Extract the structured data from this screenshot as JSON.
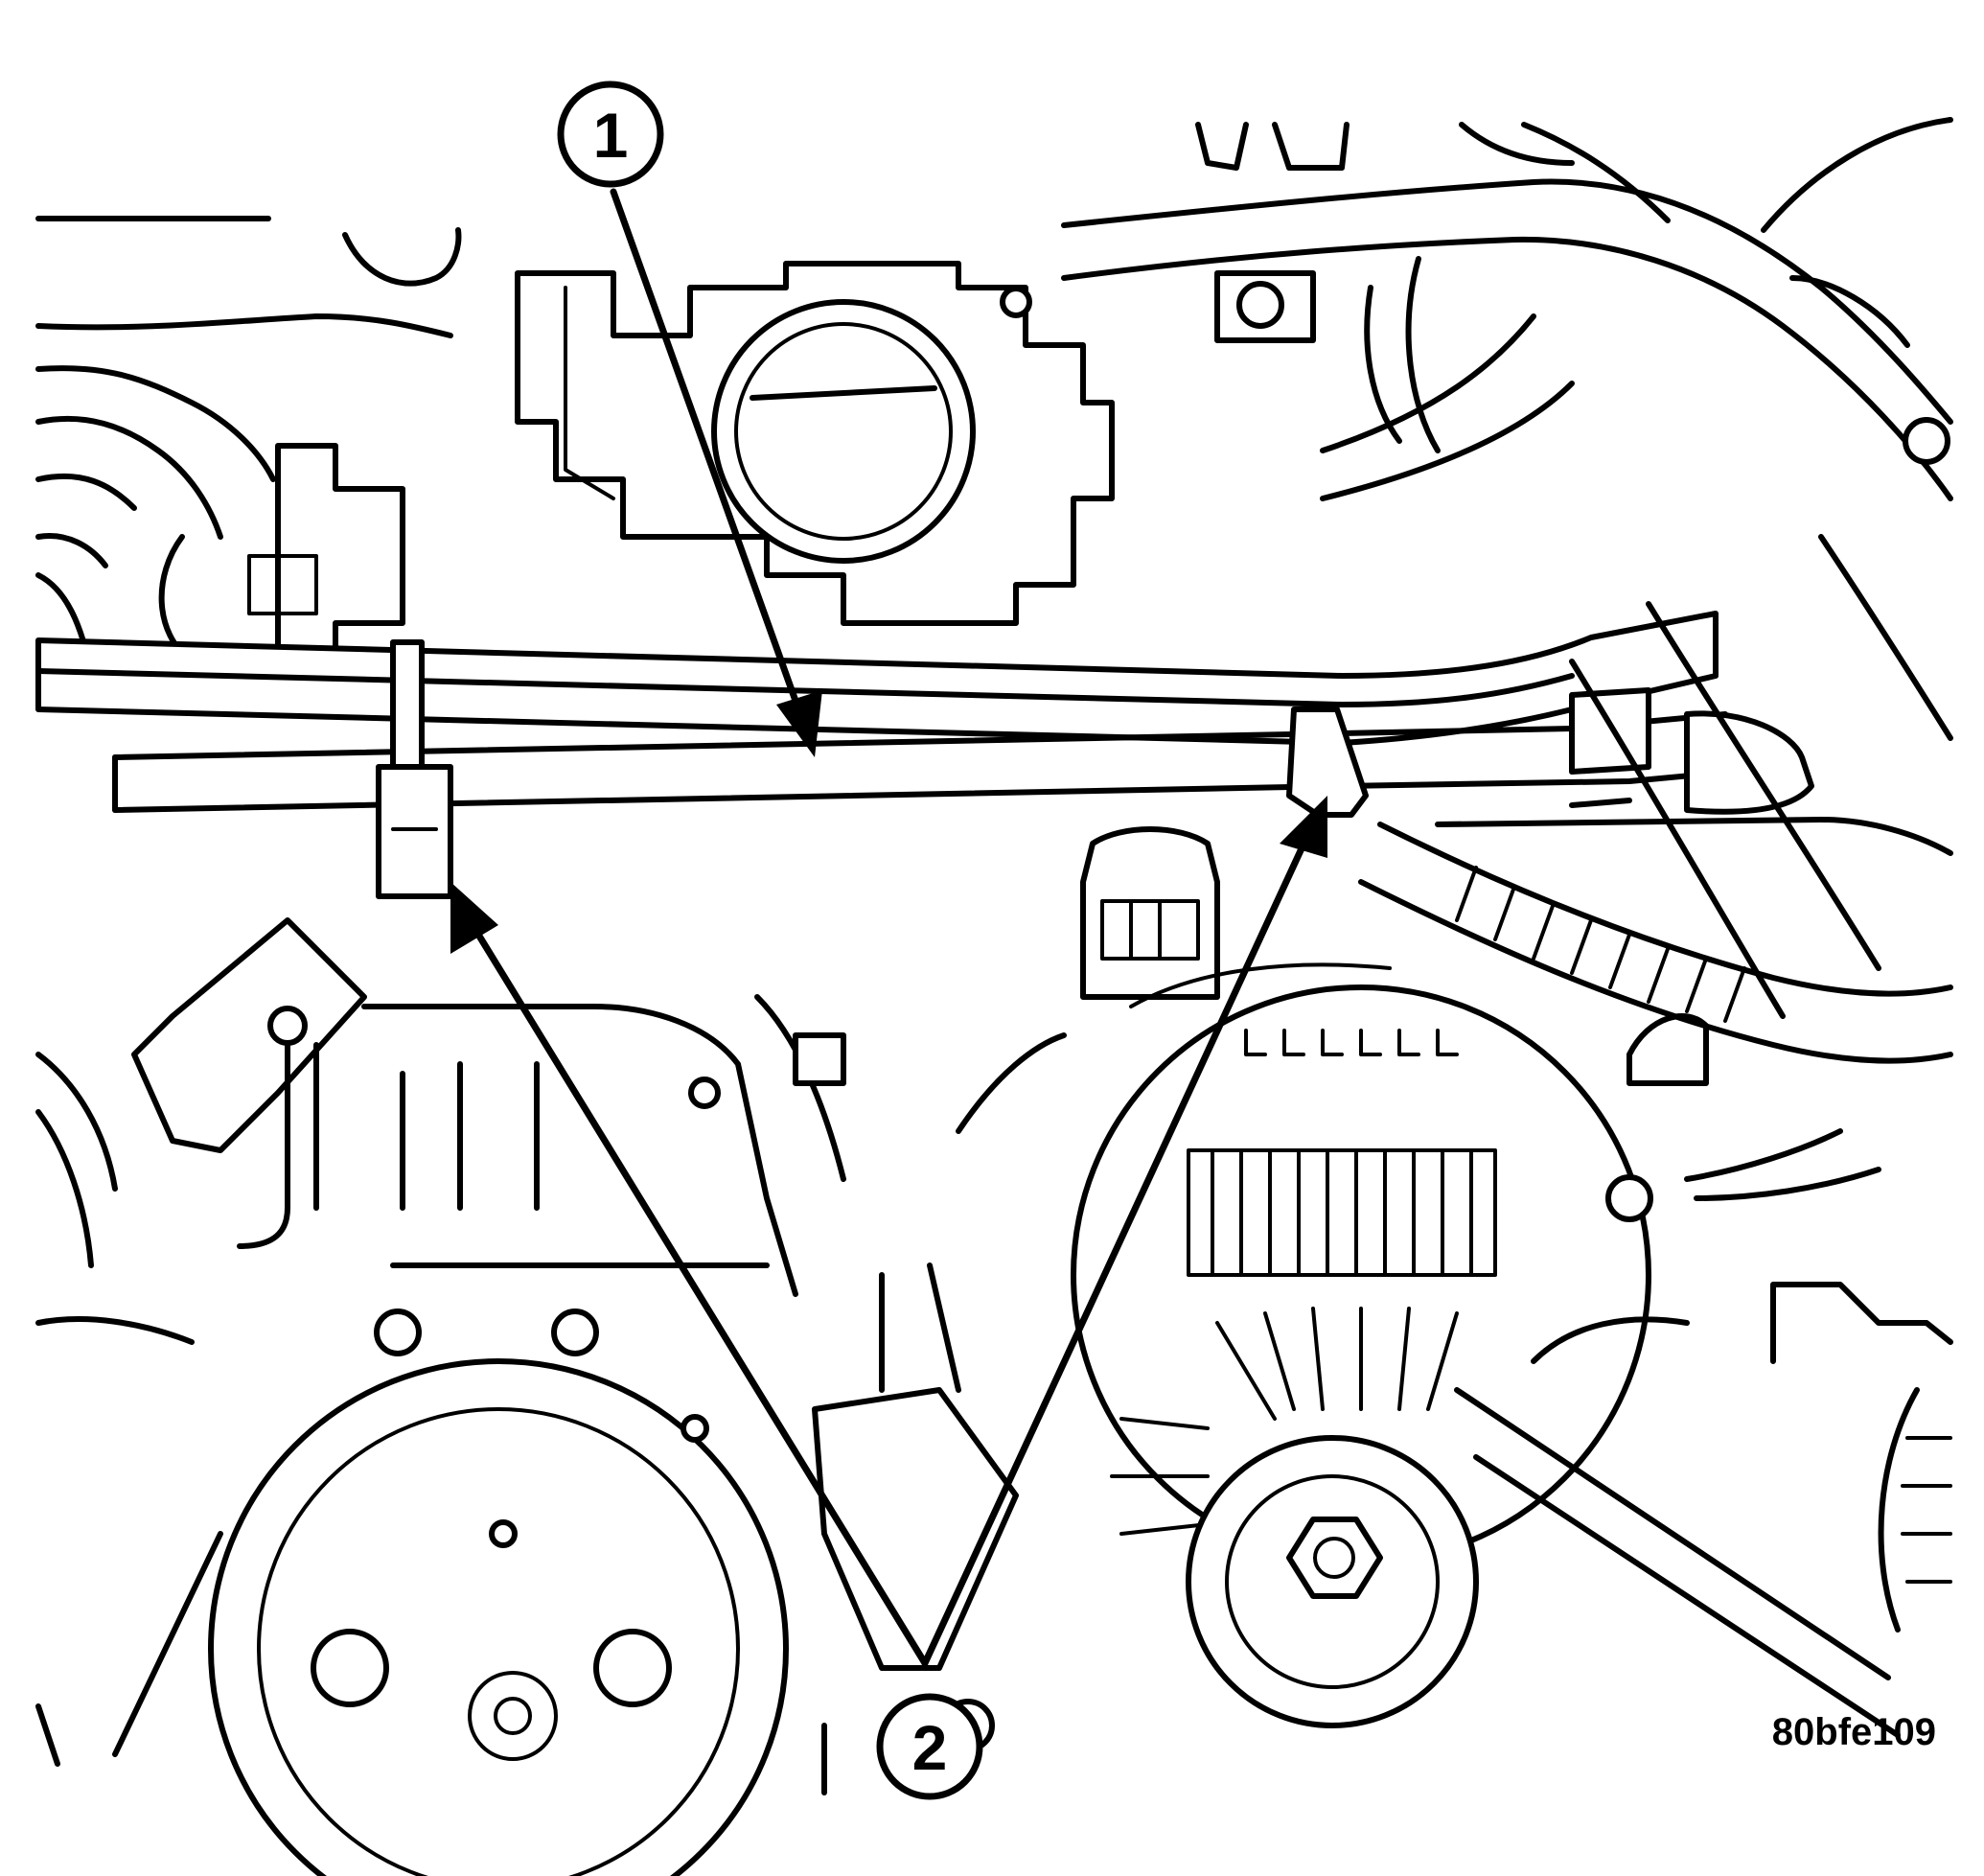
{
  "callouts": [
    {
      "number": "1",
      "meaning": ""
    },
    {
      "number": "2",
      "meaning": ""
    }
  ],
  "figure_id": "80bfe109",
  "colors": {
    "line": "#000000",
    "background": "#ffffff"
  }
}
